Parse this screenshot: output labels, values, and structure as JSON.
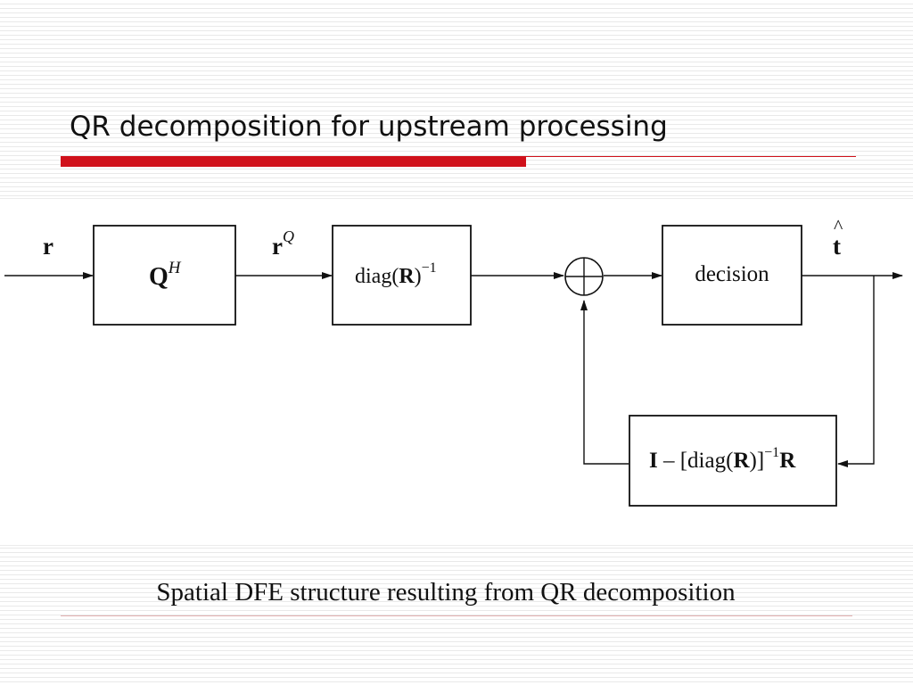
{
  "slide": {
    "title": "QR decomposition for upstream processing",
    "caption": "Spatial DFE structure resulting from QR decomposition"
  },
  "diagram": {
    "input_label": "r",
    "qh_block": {
      "base": "Q",
      "sup": "H"
    },
    "rq_label": {
      "base": "r",
      "sup": "Q"
    },
    "diag_block": {
      "pre": "diag(",
      "bold": "R",
      "post": ")",
      "sup": "−1"
    },
    "decision_block": "decision",
    "output_label": "t",
    "output_hat": "^",
    "feedback_block": {
      "prefix": "I",
      "minus": " – [diag(",
      "bold": "R",
      "close": ")]",
      "sup": "−1",
      "suffix": "R"
    }
  },
  "colors": {
    "accent": "#d0111b",
    "stripe": "#e9e9e9",
    "ink": "#111111"
  }
}
